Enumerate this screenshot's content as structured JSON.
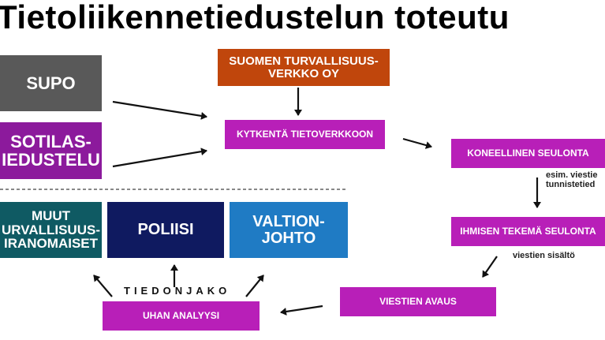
{
  "title": "Tietoliikennetiedustelun toteutu",
  "colors": {
    "gray": "#595959",
    "purple": "#8c1a9c",
    "orange": "#c0460c",
    "magenta": "#b81fb8",
    "teal": "#0f5a63",
    "navy": "#0f1a60",
    "blue": "#1f7bc4"
  },
  "nodes": {
    "supo": "SUPO",
    "sotilas_line1": "SOTILAS-",
    "sotilas_line2": "IEDUSTELU",
    "turva_line1": "SUOMEN TURVALLISUUS-",
    "turva_line2": "VERKKO OY",
    "kytkenta": "KYTKENTÄ TIETOVERKKOON",
    "koneellinen": "KONEELLINEN SEULONTA",
    "ihminen": "IHMISEN TEKEMÄ SEULONTA",
    "avaus": "VIESTIEN AVAUS",
    "uhan": "UHAN ANALYYSI",
    "muut_line1": "MUUT",
    "muut_line2": "URVALLISUUS-",
    "muut_line3": "IRANOMAISET",
    "poliisi": "POLIISI",
    "valtio_line1": "VALTION-",
    "valtio_line2": "JOHTO"
  },
  "annotations": {
    "esim_line1": "esim. viestie",
    "esim_line2": "tunnistetied",
    "sisalto": "viestien sisältö",
    "tiedonjako": "TIEDONJAKO"
  }
}
